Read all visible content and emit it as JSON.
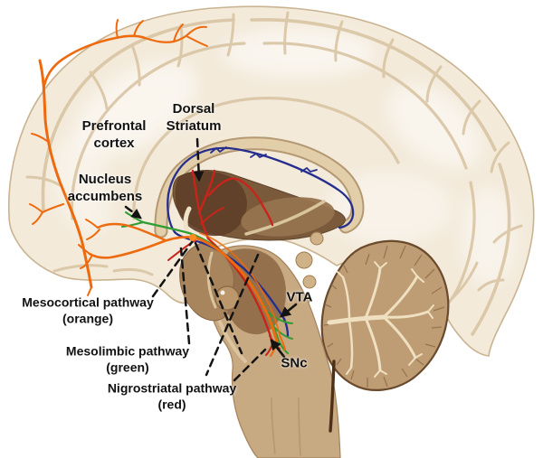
{
  "diagram": {
    "type": "brain-dopamine-pathways",
    "labels": {
      "prefrontal_cortex": {
        "line1": "Prefrontal",
        "line2": "cortex"
      },
      "dorsal_striatum": {
        "line1": "Dorsal",
        "line2": "Striatum"
      },
      "nucleus_accumbens": {
        "line1": "Nucleus",
        "line2": "accumbens"
      },
      "vta": {
        "text": "VTA"
      },
      "snc": {
        "text": "SNc"
      },
      "mesocortical": {
        "line1": "Mesocortical pathway",
        "line2": "(orange)"
      },
      "mesolimbic": {
        "line1": "Mesolimbic pathway",
        "line2": "(green)"
      },
      "nigrostriatal": {
        "line1": "Nigrostriatal pathway",
        "line2": "(red)"
      }
    },
    "pathways": [
      {
        "name": "Mesocortical pathway",
        "color_word": "orange",
        "hex": "#ED6A0E"
      },
      {
        "name": "Mesolimbic pathway",
        "color_word": "green",
        "hex": "#2E9D36"
      },
      {
        "name": "Nigrostriatal pathway",
        "color_word": "red",
        "hex": "#C9241A"
      }
    ],
    "colors": {
      "blue_fiber": "#252E8E",
      "background": "#FFFFFF",
      "cortex_cream": "#F3EADA",
      "striatum_brown": "#5E3F29",
      "thalamus_brown": "#97744F",
      "brainstem_tan": "#C7A982",
      "cerebellum_tan": "#BE9C74",
      "label_black": "#121212"
    }
  }
}
